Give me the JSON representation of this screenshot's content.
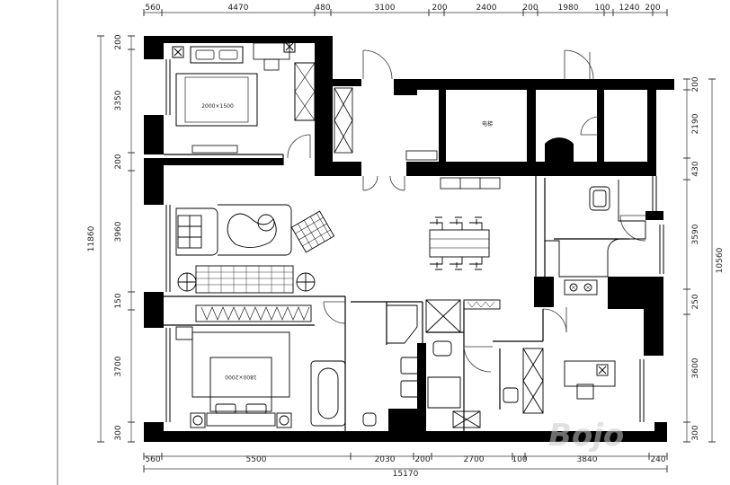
{
  "dims": {
    "top": [
      "560",
      "4470",
      "480",
      "3100",
      "200",
      "2400",
      "200",
      "1980",
      "100",
      "1240",
      "200"
    ],
    "bottom": [
      "560",
      "5500",
      "2030",
      "200",
      "2700",
      "100",
      "3840",
      "240"
    ],
    "total_bottom": "15170",
    "left": [
      "200",
      "3350",
      "200",
      "3960",
      "150",
      "3700",
      "300"
    ],
    "total_left": "11860",
    "right": [
      "200",
      "2190",
      "430",
      "3590",
      "250",
      "3600",
      "300"
    ],
    "total_right": "10560"
  },
  "rooms": {
    "bed1": "2000×1500",
    "bed2": "1800×2000",
    "elevator": "电梯"
  },
  "watermark": "Bojo"
}
